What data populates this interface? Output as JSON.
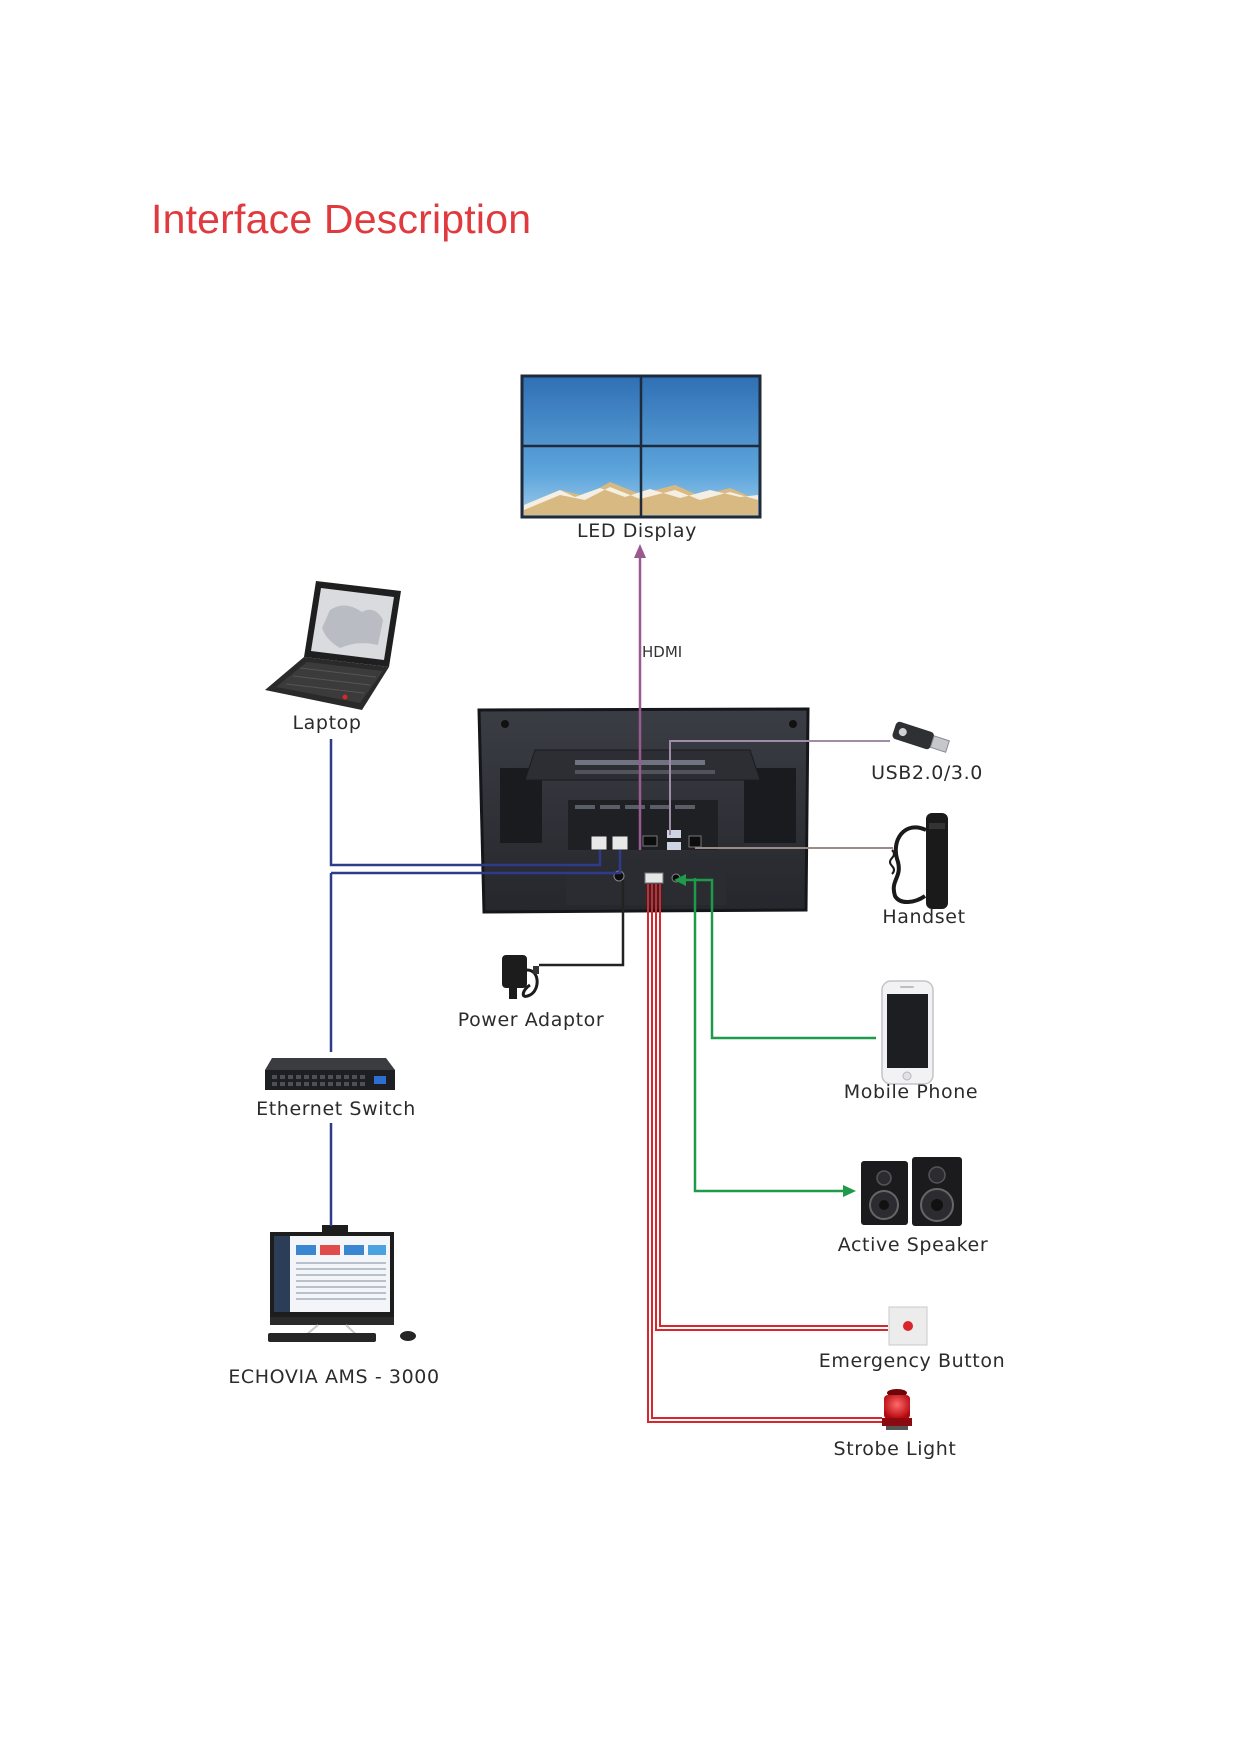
{
  "title": "Interface Description",
  "connection_label": "HDMI",
  "devices": {
    "led_display": "LED Display",
    "laptop": "Laptop",
    "usb": "USB2.0/3.0",
    "handset": "Handset",
    "power_adaptor": "Power Adaptor",
    "mobile_phone": "Mobile Phone",
    "ethernet_switch": "Ethernet Switch",
    "active_speaker": "Active Speaker",
    "pc": "ECHOVIA AMS - 3000",
    "emergency_button": "Emergency Button",
    "strobe_light": "Strobe Light"
  },
  "colors": {
    "title": "#e03a3e",
    "hdmi_line": "#9b5a8f",
    "usb_line": "#a08ca6",
    "handset_line": "#9c8a86",
    "network_line": "#2e3a8c",
    "audio_line": "#1e9a4a",
    "alarm_line": "#d7262c",
    "power_line": "#222222"
  }
}
